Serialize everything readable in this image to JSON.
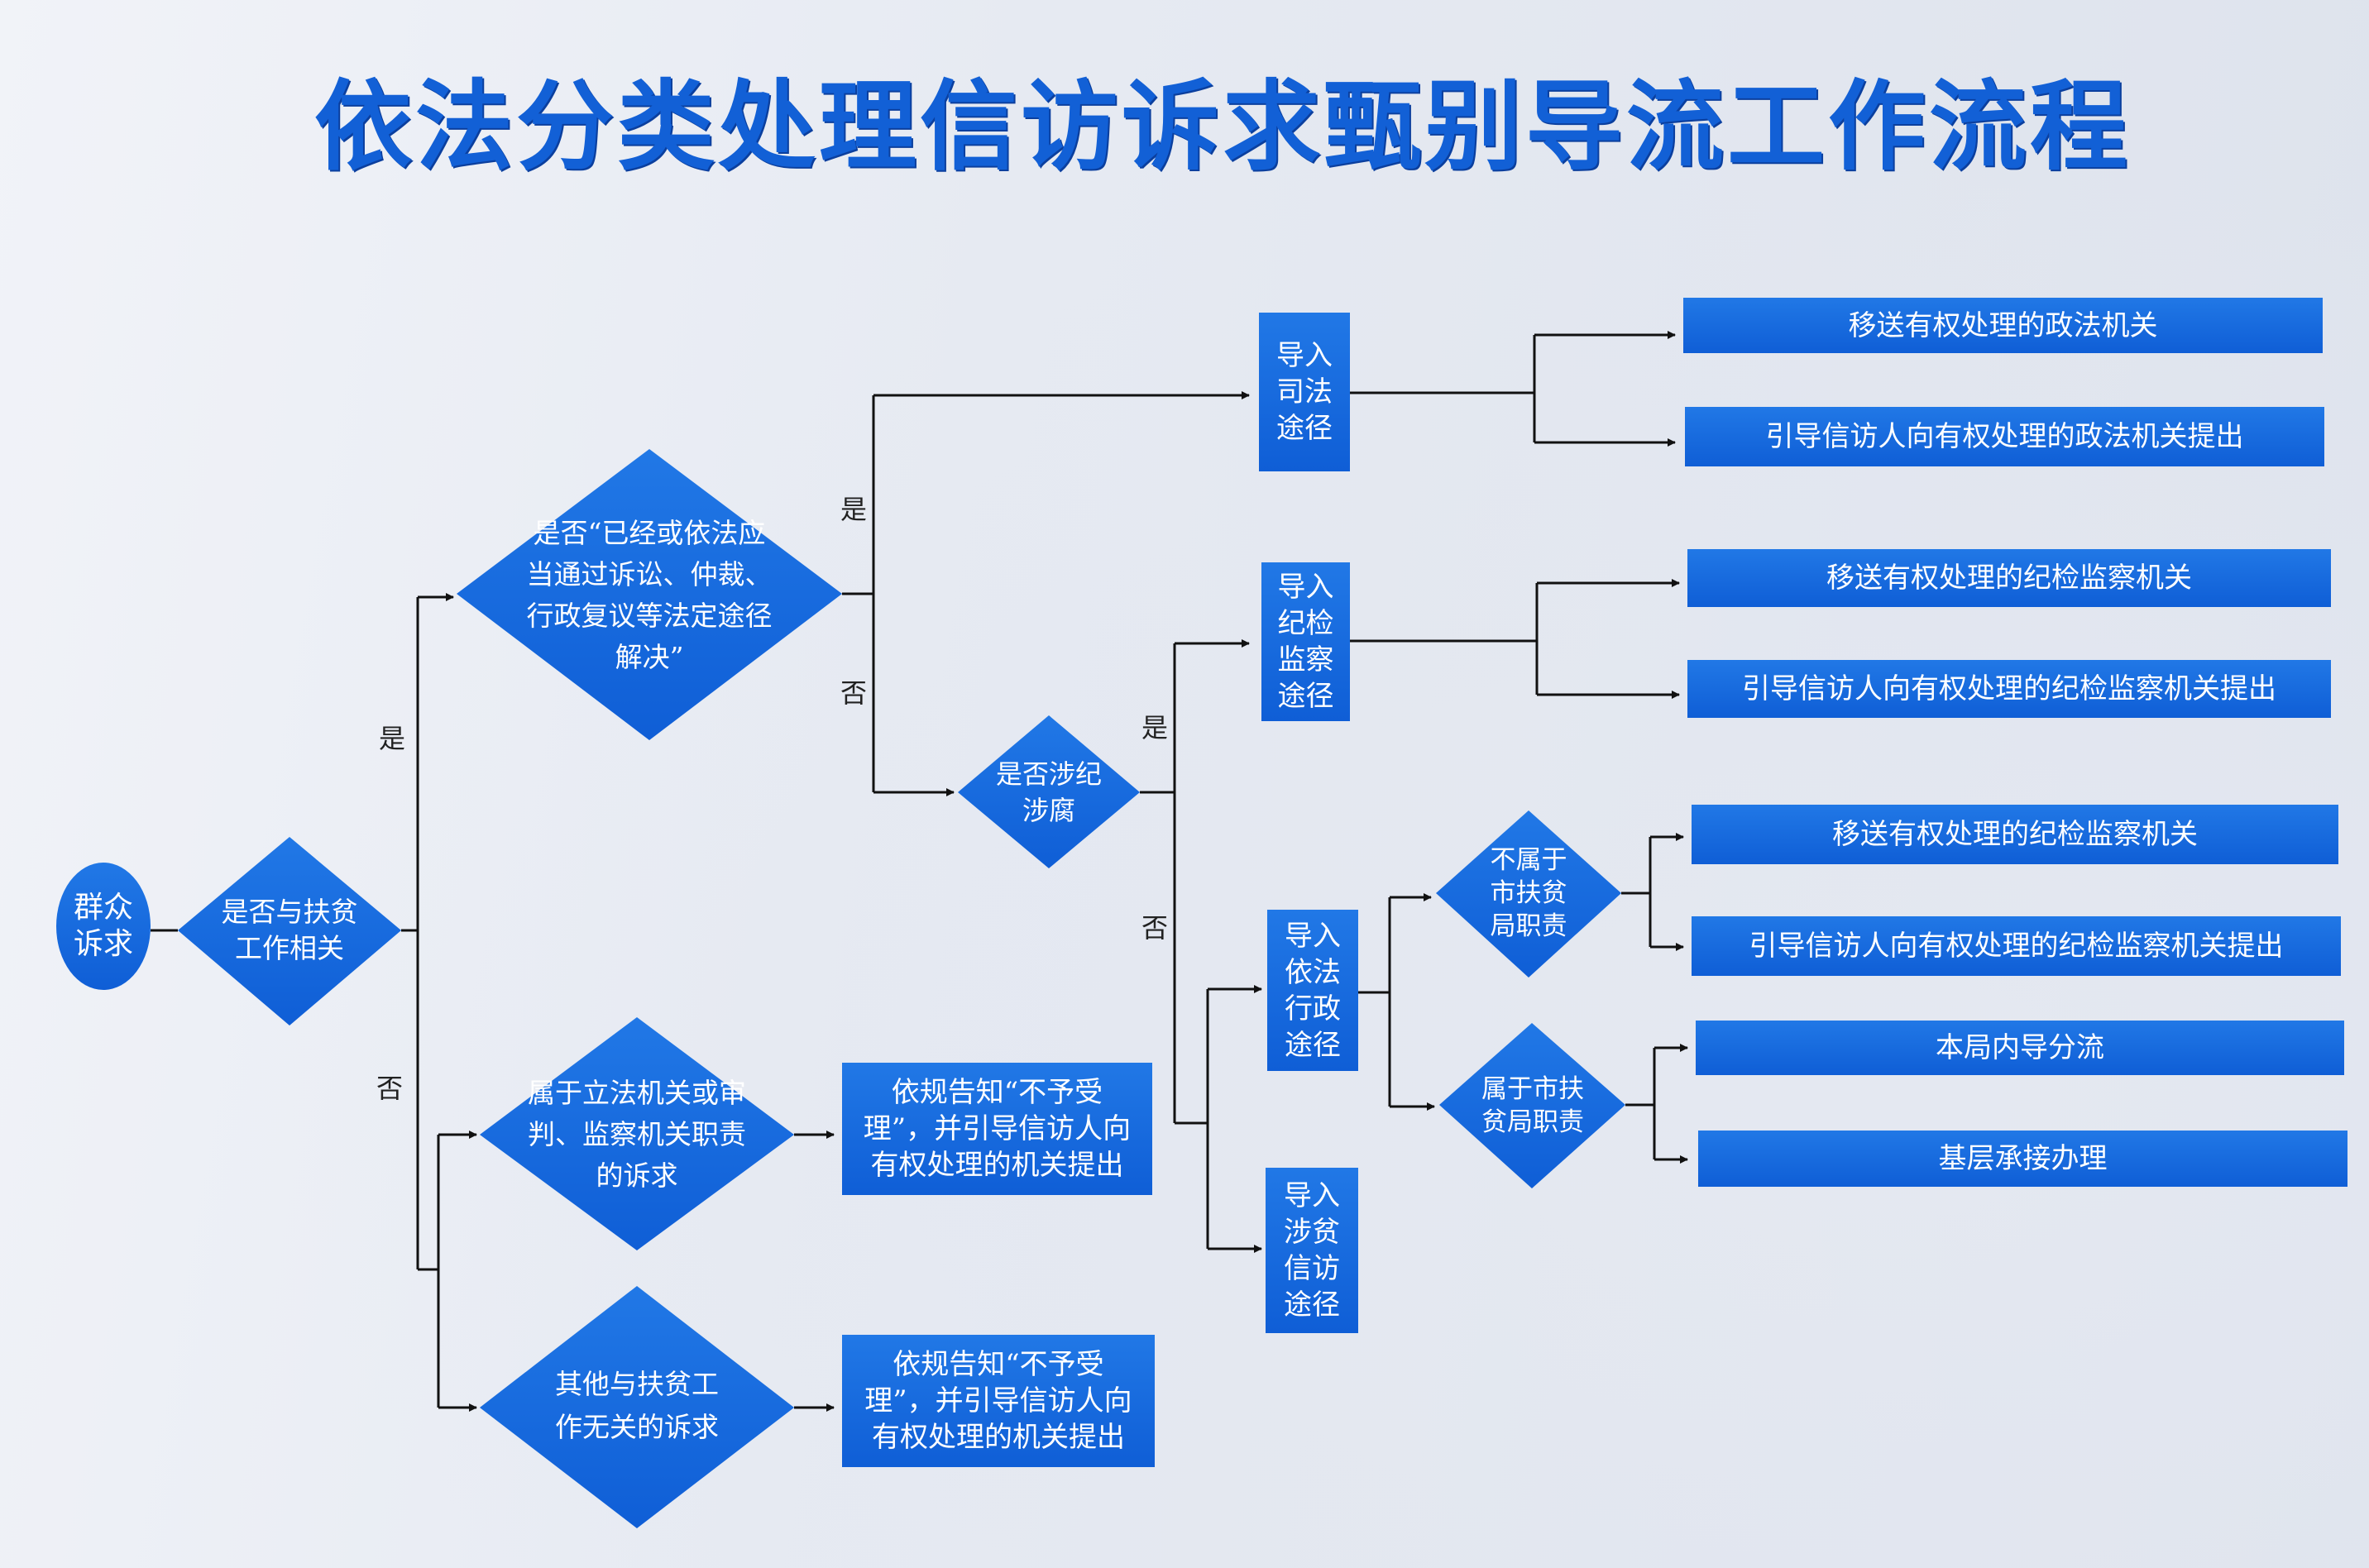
{
  "title": "依法分类处理信访诉求甄别导流工作流程",
  "colors": {
    "primary": "#1565dc",
    "line": "#111111",
    "text_on_blue": "#ffffff"
  },
  "start": "群众诉求",
  "d_poverty": "是否与扶贫工作相关",
  "d_legal": "是否“已经或依法应当通过诉讼、仲裁、行政复议等法定途径解决”",
  "d_corrupt": "是否涉纪涉腐",
  "d_legislative": "属于立法机关或审判、监察机关职责的诉求",
  "d_unrelated": "其他与扶贫工作无关的诉求",
  "r_legislative": "依规告知“不予受理”，并引导信访人向有权处理的机关提出",
  "r_unrelated": "依规告知“不予受理”，并引导信访人向有权处理的机关提出",
  "p_judicial": "导入司法途径",
  "p_discipline": "导入纪检监察途径",
  "p_admin": "导入依法行政途径",
  "p_petition": "导入涉贫信访途径",
  "d_not_bureau": "不属于市扶贫局职责",
  "d_bureau": "属于市扶贫局职责",
  "o_judicial_1": "移送有权处理的政法机关",
  "o_judicial_2": "引导信访人向有权处理的政法机关提出",
  "o_discipline_1": "移送有权处理的纪检监察机关",
  "o_discipline_2": "引导信访人向有权处理的纪检监察机关提出",
  "o_notbureau_1": "移送有权处理的纪检监察机关",
  "o_notbureau_2": "引导信访人向有权处理的纪检监察机关提出",
  "o_bureau_1": "本局内导分流",
  "o_bureau_2": "基层承接办理",
  "yes": "是",
  "no": "否"
}
